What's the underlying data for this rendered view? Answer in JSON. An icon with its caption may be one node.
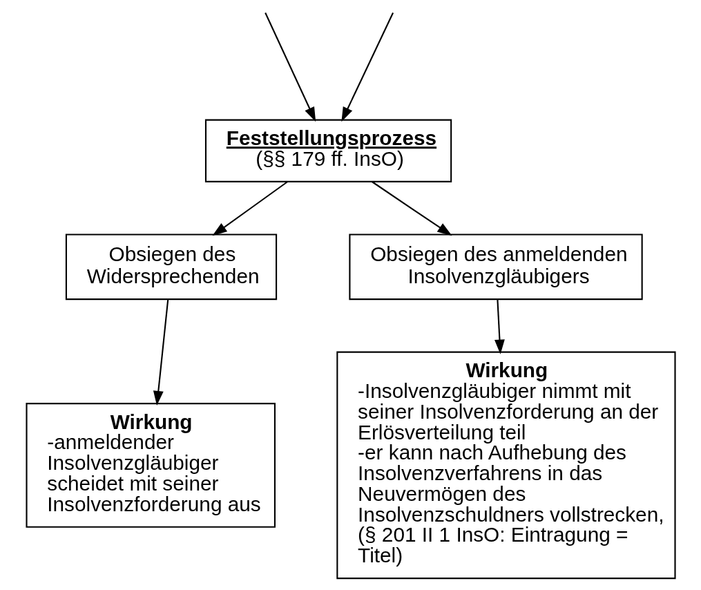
{
  "diagram": {
    "nodes": [
      {
        "text": [
          "Feststellungsprozess",
          "(§§ 179 ff. InsO)"
        ]
      },
      {
        "text": [
          "Obsiegen des Widersprechenden"
        ]
      },
      {
        "text": [
          "Obsiegen des anmeldenden Insolvenzgläubigers"
        ]
      },
      {
        "text": [
          "Wirkung",
          "-anmeldender Insolvenzgläubiger scheidet mit seiner Insolvenzforderung aus"
        ]
      },
      {
        "text": [
          "Wirkung",
          "-Insolvenzgläubiger nimmt mit seiner Insolvenzforderung an der Erlösverteilung teil",
          "-er kann nach Aufhebung des Insolvenzverfahrens in das Neuvermögen des Insolvenzschuldners vollstrecken, (§ 201 II 1 InsO: Eintragung = Titel)"
        ]
      }
    ],
    "edges": [
      {
        "from": null,
        "to": 0,
        "arrow": "to"
      },
      {
        "from": null,
        "to": 0,
        "arrow": "to"
      },
      {
        "from": 0,
        "to": 1,
        "arrow": "to"
      },
      {
        "from": 0,
        "to": 2,
        "arrow": "to"
      },
      {
        "from": 1,
        "to": 3,
        "arrow": "to"
      },
      {
        "from": 2,
        "to": 4,
        "arrow": "to"
      }
    ]
  }
}
